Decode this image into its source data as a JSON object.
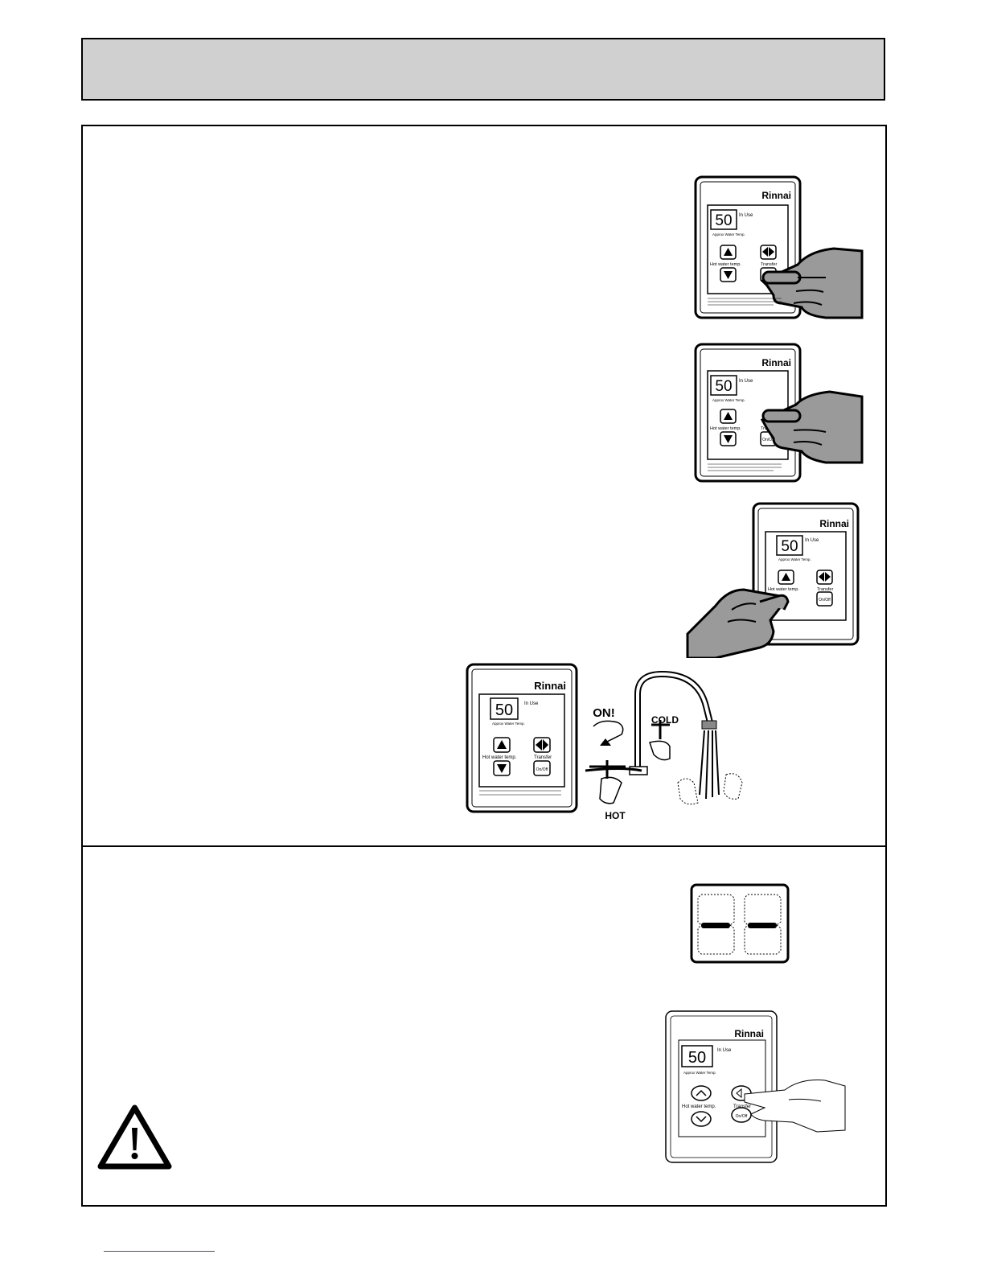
{
  "panel": {
    "brand": "Rinnai",
    "display_value": "50",
    "in_use_label": "In Use",
    "approx_label": "Approx Water Temp.",
    "hot_water_label": "Hot water temp.",
    "transfer_label": "Transfer",
    "onoff_label": "On/Off"
  },
  "tap": {
    "on_label": "ON!",
    "cold_label": "COLD",
    "hot_label": "HOT"
  },
  "icons": {
    "warning": "warning-triangle-icon",
    "hand": "pointing-hand-icon"
  }
}
